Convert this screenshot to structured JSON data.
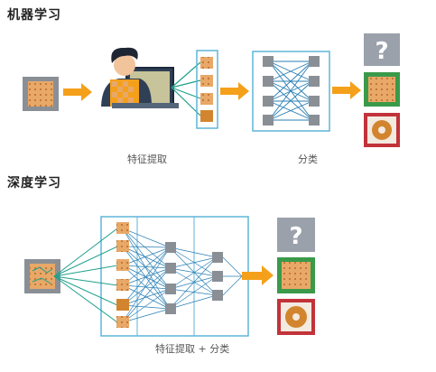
{
  "sections": {
    "ml": {
      "title": "机器学习",
      "feature_label": "特征提取",
      "classify_label": "分类",
      "unknown_symbol": "?"
    },
    "dl": {
      "title": "深度学习",
      "combined_label": "特征提取 + 分类",
      "unknown_symbol": "?"
    }
  },
  "colors": {
    "accent_orange": "#f5a01a",
    "frame_blue": "#5fb6d8",
    "line_blue": "#2a7fb5",
    "line_teal": "#1fa08c",
    "node_gray": "#8a8f96",
    "qmark_bg": "#9aa1ab",
    "correct_green": "#3a9a4a",
    "wrong_red": "#c2333a",
    "chip_tan": "#e8a868",
    "person_dark": "#2f3f55",
    "person_skin": "#f2c49c"
  },
  "icons": [
    "input-image-icon",
    "person-at-laptop-icon",
    "arrow-right-icon",
    "question-mark-icon",
    "cracker-image-icon",
    "donut-image-icon"
  ]
}
